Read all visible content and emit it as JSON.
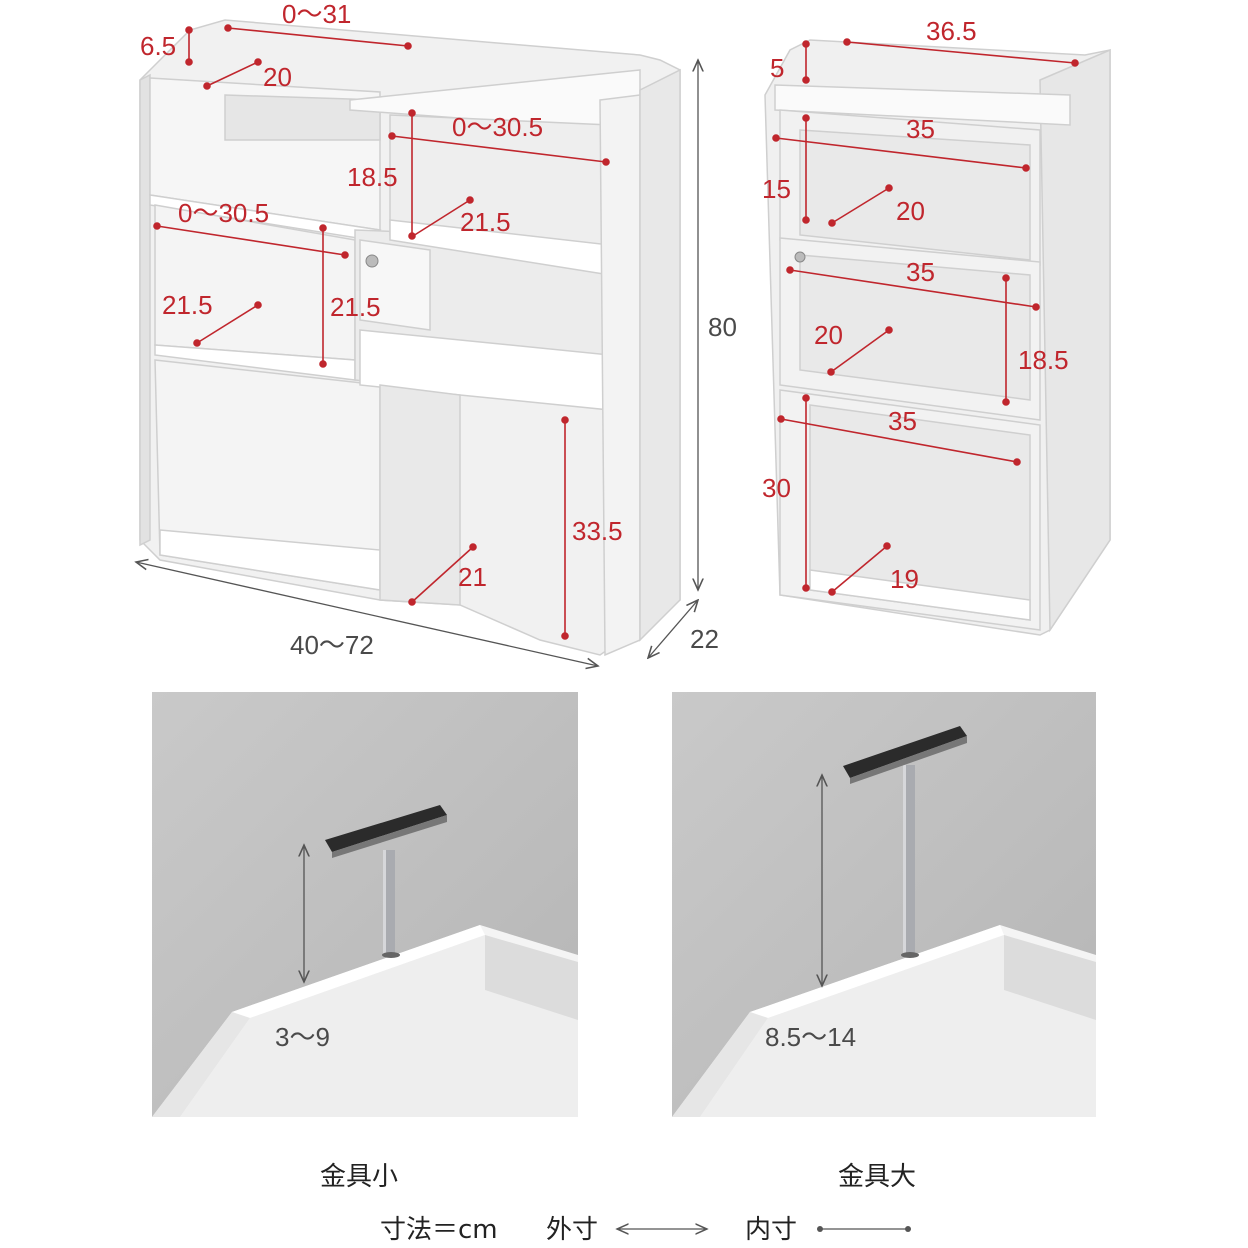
{
  "left_unit": {
    "top_rail_height": "6.5",
    "top_shelf_width": "0〜31",
    "top_shelf_depth": "20",
    "upper_right_width": "0〜30.5",
    "upper_divider_height": "18.5",
    "upper_right_depth": "21.5",
    "mid_left_width": "0〜30.5",
    "mid_left_depth": "21.5",
    "mid_left_height": "21.5",
    "bottom_depth": "21",
    "leg_height": "33.5",
    "overall_width": "40〜72",
    "overall_height": "80",
    "overall_depth": "22"
  },
  "right_unit": {
    "top_width": "36.5",
    "top_rail_height": "5",
    "box1_width": "35",
    "box1_height": "15",
    "box1_depth": "20",
    "box2_width": "35",
    "box2_depth": "20",
    "box2_height": "18.5",
    "box3_width": "35",
    "box3_height": "30",
    "box3_depth": "19"
  },
  "fittings": {
    "small_range": "3〜9",
    "small_label": "金具小",
    "large_range": "8.5〜14",
    "large_label": "金具大"
  },
  "legend": {
    "unit_text": "寸法＝cm",
    "outer_label": "外寸",
    "inner_label": "内寸"
  },
  "colors": {
    "dimension_red": "#c0262d",
    "text_gray": "#4a4a4a"
  }
}
